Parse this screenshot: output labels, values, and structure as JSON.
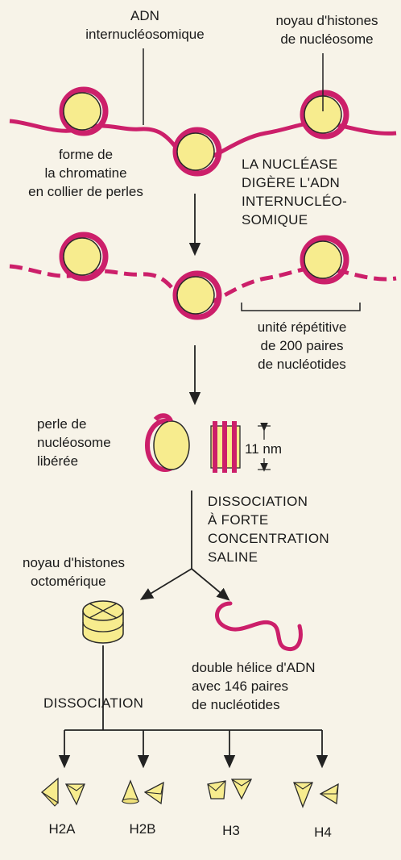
{
  "labels": {
    "adn_internucleosomique": [
      "ADN",
      "internucléosomique"
    ],
    "noyau_histones_nucleosome": [
      "noyau d'histones",
      "de nucléosome"
    ],
    "forme_chromatine": [
      "forme de",
      "la chromatine",
      "en collier de perles"
    ],
    "nuclease_digere": [
      "LA NUCLÉASE",
      "DIGÈRE L'ADN",
      "INTERNUCLÉO-",
      "SOMIQUE"
    ],
    "unite_repetitive": [
      "unité répétitive",
      "de 200 paires",
      "de nucléotides"
    ],
    "perle_nucleosome": [
      "perle de",
      "nucléosome",
      "libérée"
    ],
    "size_11nm": "11 nm",
    "dissociation_saline": [
      "DISSOCIATION",
      "À FORTE",
      "CONCENTRATION",
      "SALINE"
    ],
    "noyau_octomerique": [
      "noyau d'histones",
      "octomérique"
    ],
    "double_helice": [
      "double hélice d'ADN",
      "avec 146 paires",
      "de nucléotides"
    ],
    "dissociation": "DISSOCIATION",
    "histones": [
      "H2A",
      "H2B",
      "H3",
      "H4"
    ]
  },
  "colors": {
    "dna": "#cc1f6a",
    "dna_dark": "#a8174f",
    "core": "#f7ec8e",
    "core_stroke": "#2a2a2a",
    "line": "#222222",
    "background": "#f7f3e8"
  }
}
